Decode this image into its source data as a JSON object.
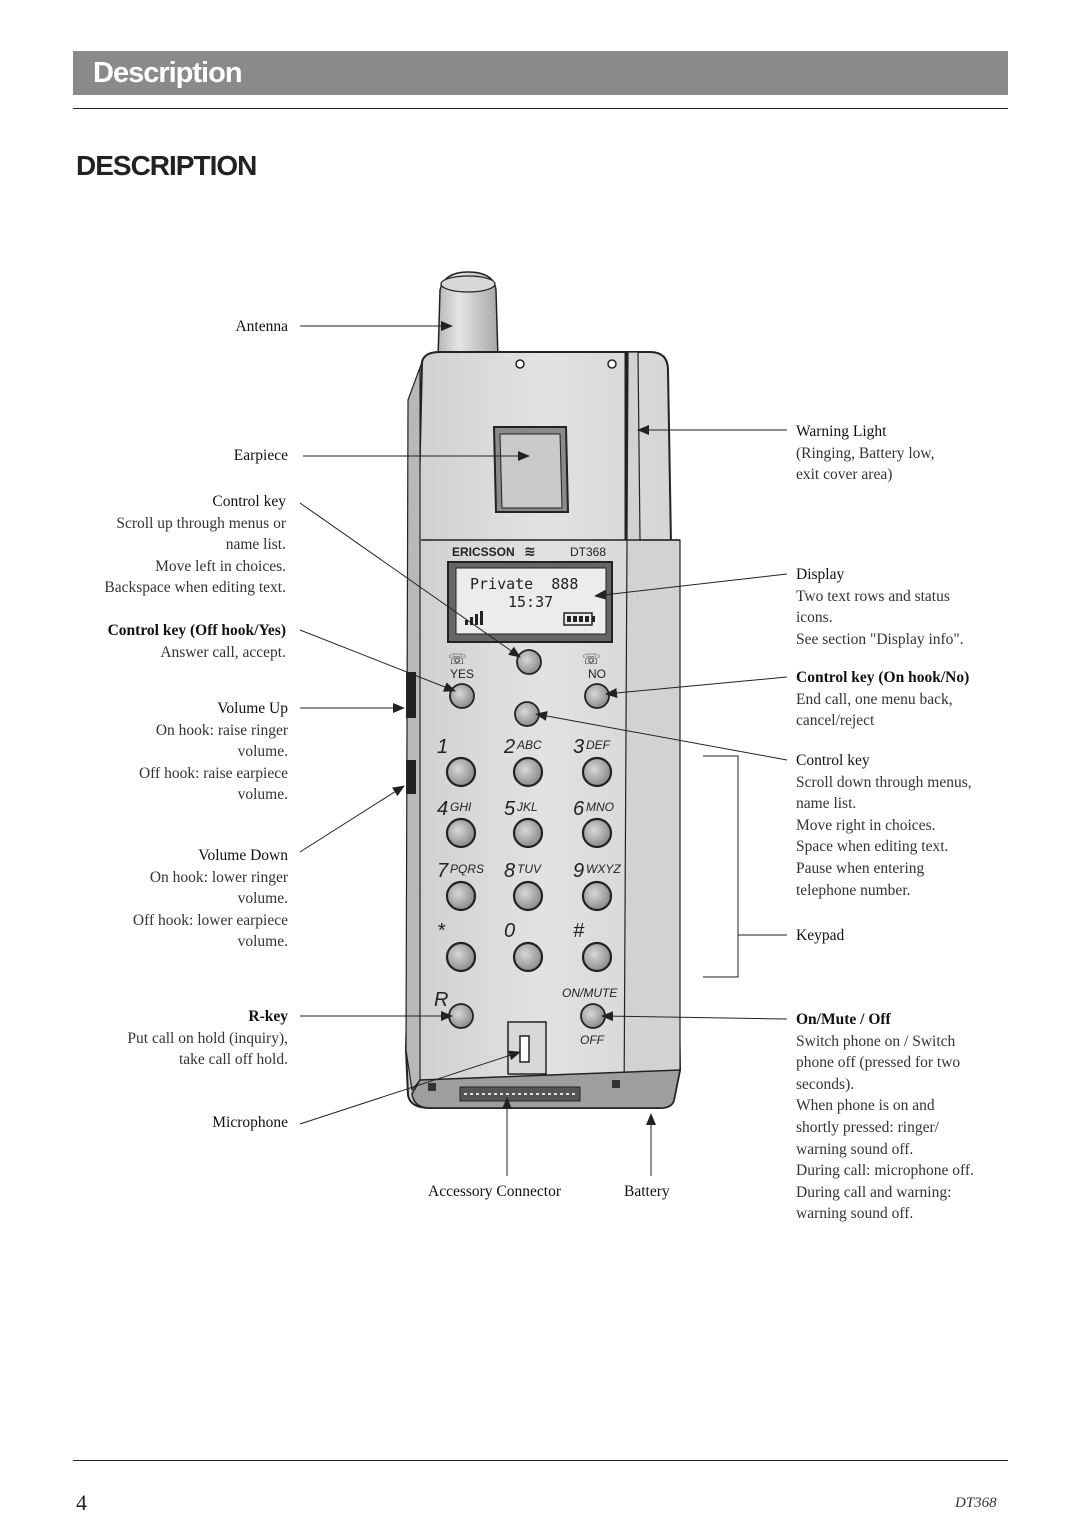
{
  "header": {
    "title": "Description"
  },
  "section_title": "DESCRIPTION",
  "labels_left": {
    "antenna": {
      "title": "Antenna"
    },
    "earpiece": {
      "title": "Earpiece"
    },
    "control_up": {
      "title": "Control key",
      "lines": [
        "Scroll up through menus or",
        "name list.",
        "Move left in choices.",
        "Backspace when editing text."
      ]
    },
    "control_yes": {
      "title": "Control key (Off hook/Yes)",
      "lines": [
        "Answer call, accept."
      ]
    },
    "volume_up": {
      "title": "Volume Up",
      "lines": [
        "On hook: raise ringer",
        "volume.",
        "Off hook: raise earpiece",
        "volume."
      ]
    },
    "volume_down": {
      "title": "Volume Down",
      "lines": [
        "On hook: lower ringer",
        "volume.",
        "Off hook: lower earpiece",
        "volume."
      ]
    },
    "r_key": {
      "title": "R-key",
      "lines": [
        "Put call on hold (inquiry),",
        "take call off hold."
      ]
    },
    "microphone": {
      "title": "Microphone"
    }
  },
  "labels_right": {
    "warning_light": {
      "title": "Warning Light",
      "lines": [
        "(Ringing, Battery low,",
        "exit cover area)"
      ]
    },
    "display": {
      "title": "Display",
      "lines": [
        "Two text rows and status",
        "icons.",
        "See section \"Display info\"."
      ]
    },
    "control_no": {
      "title": "Control key (On hook/No)",
      "lines": [
        "End call, one menu back,",
        "cancel/reject"
      ]
    },
    "control_down": {
      "title": "Control key",
      "lines": [
        "Scroll down through menus,",
        "name list.",
        "Move right in choices.",
        "Space when editing text.",
        "Pause when entering",
        "telephone number."
      ]
    },
    "keypad": {
      "title": "Keypad"
    },
    "on_mute": {
      "title": "On/Mute / Off",
      "lines": [
        "Switch phone on / Switch",
        "phone off (pressed for two",
        "seconds).",
        "When phone is on and",
        "shortly pressed: ringer/",
        "warning sound off.",
        "During call: microphone off.",
        "During call and warning:",
        "warning sound off."
      ]
    }
  },
  "labels_bottom": {
    "accessory": "Accessory Connector",
    "battery": "Battery"
  },
  "phone": {
    "brand": "ERICSSON",
    "model": "DT368",
    "display_line1": "Private  888",
    "display_line2": "15:37",
    "yes": "YES",
    "no": "NO",
    "on_mute": "ON/MUTE",
    "off": "OFF",
    "r": "R",
    "keys": [
      {
        "digit": "1",
        "letters": ""
      },
      {
        "digit": "2",
        "letters": "ABC"
      },
      {
        "digit": "3",
        "letters": "DEF"
      },
      {
        "digit": "4",
        "letters": "GHI"
      },
      {
        "digit": "5",
        "letters": "JKL"
      },
      {
        "digit": "6",
        "letters": "MNO"
      },
      {
        "digit": "7",
        "letters": "PQRS"
      },
      {
        "digit": "8",
        "letters": "TUV"
      },
      {
        "digit": "9",
        "letters": "WXYZ"
      },
      {
        "digit": "*",
        "letters": ""
      },
      {
        "digit": "0",
        "letters": ""
      },
      {
        "digit": "#",
        "letters": ""
      }
    ]
  },
  "footer": {
    "page": "4",
    "model": "DT368"
  }
}
